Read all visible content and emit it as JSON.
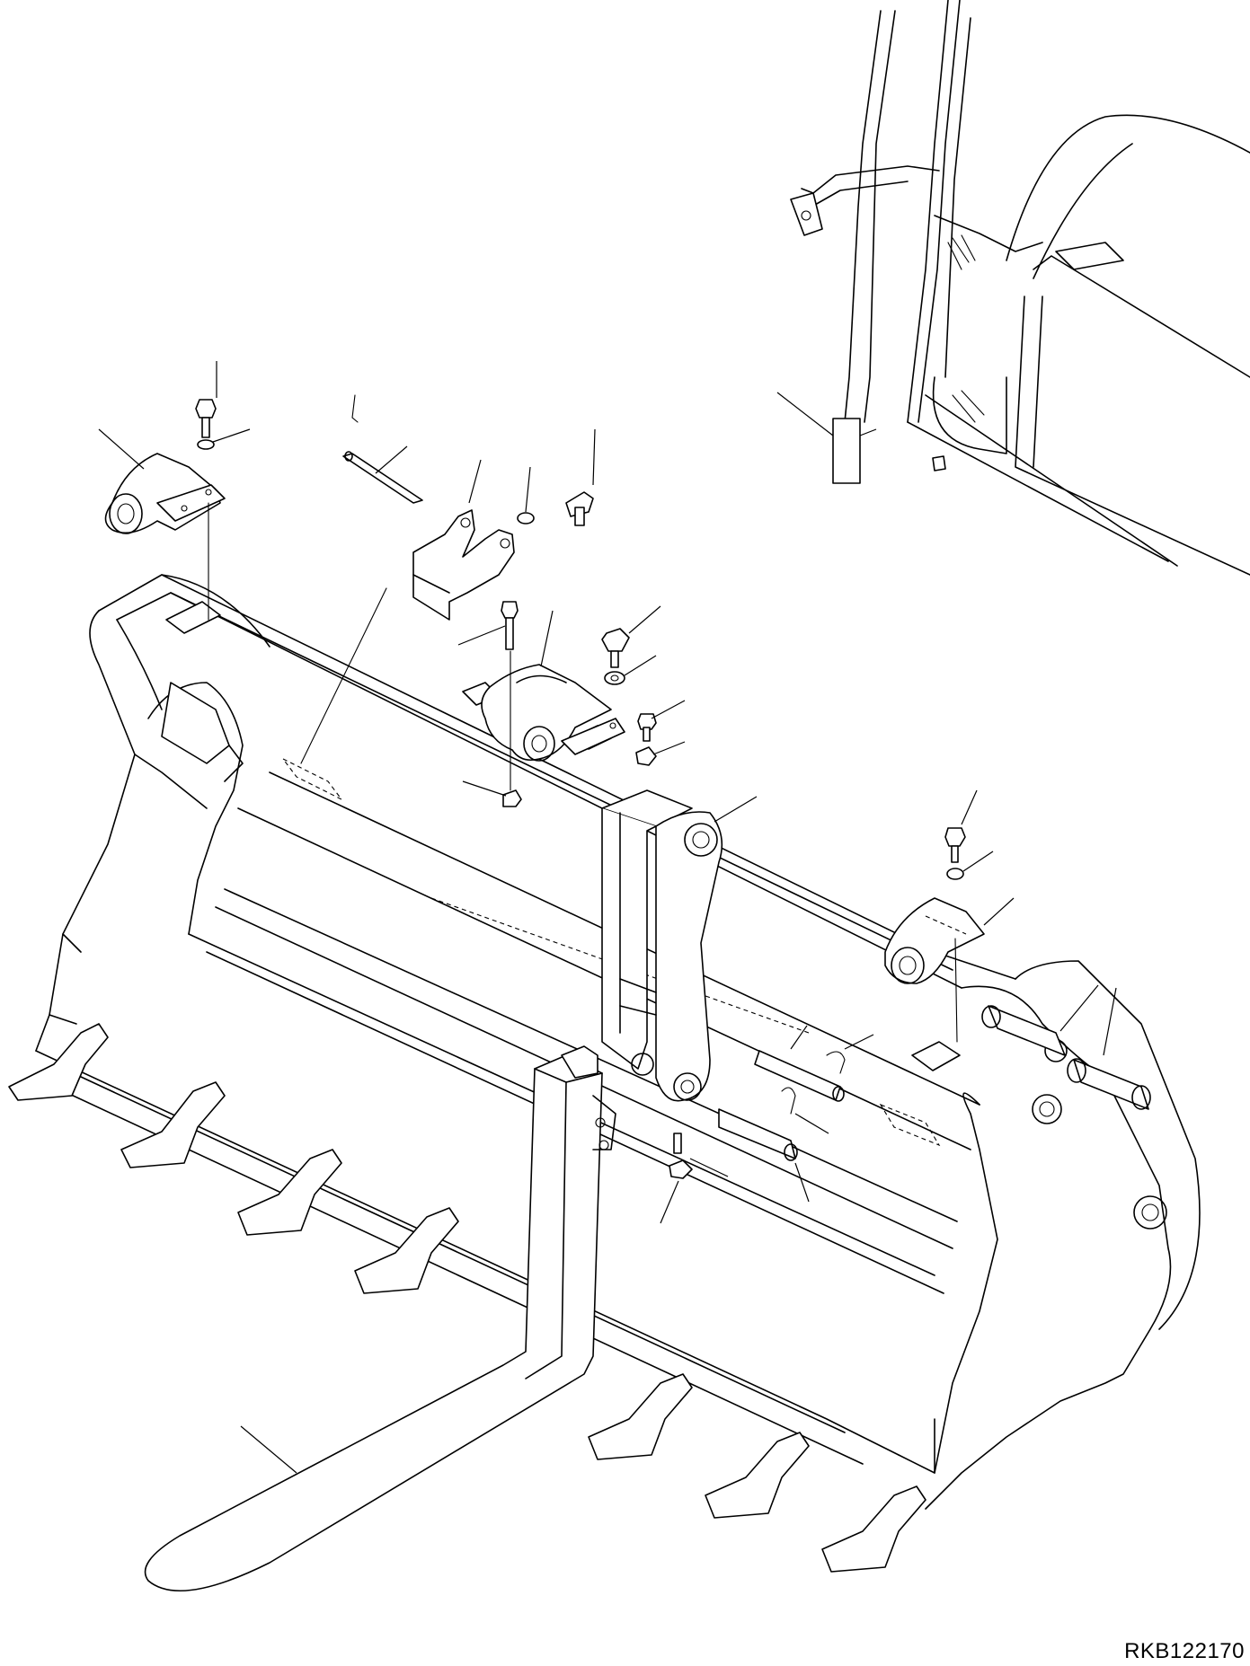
{
  "drawing": {
    "code": "RKB122170"
  },
  "parts": [
    {
      "id": "bucket",
      "icon": "bucket-icon"
    },
    {
      "id": "pallet-fork",
      "icon": "fork-tine-icon"
    },
    {
      "id": "fork-hanger-frame",
      "icon": "hanger-frame-icon"
    },
    {
      "id": "bracket-left",
      "icon": "bracket-icon"
    },
    {
      "id": "bracket-center",
      "icon": "bracket-icon"
    },
    {
      "id": "bracket-right",
      "icon": "bracket-icon"
    },
    {
      "id": "channel-bracket",
      "icon": "channel-bracket-icon"
    },
    {
      "id": "pins",
      "icon": "pin-icon"
    },
    {
      "id": "bolts",
      "icon": "bolt-icon"
    },
    {
      "id": "washers-nuts",
      "icon": "washer-icon"
    },
    {
      "id": "cab-decal",
      "icon": "decal-icon"
    }
  ]
}
